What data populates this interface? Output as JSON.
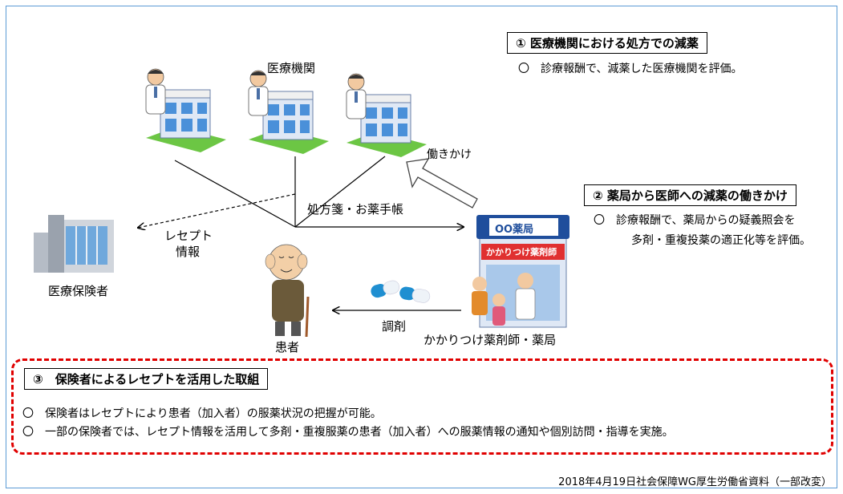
{
  "labels": {
    "medical_institutions": "医療機関",
    "insurer": "医療保険者",
    "patient": "患者",
    "pharmacy": "かかりつけ薬剤師・薬局",
    "pharmacy_sign": "OO薬局",
    "pharmacy_banner": "かかりつけ薬剤師",
    "receipt_info_line1": "レセプト",
    "receipt_info_line2": "情報",
    "prescription": "処方箋・お薬手帳",
    "dispensing": "調剤",
    "work_on": "働きかけ"
  },
  "section1": {
    "title": "① 医療機関における処方での減薬",
    "bullet": "〇　診療報酬で、減薬した医療機関を評価。"
  },
  "section2": {
    "title": "② 薬局から医師への減薬の働きかけ",
    "bullet_line1": "〇　診療報酬で、薬局からの疑義照会を",
    "bullet_line2": "多剤・重複投薬の適正化等を評価。"
  },
  "section3": {
    "title": "③　保険者によるレセプトを活用した取組",
    "bullet1": "〇　保険者はレセプトにより患者（加入者）の服薬状況の把握が可能。",
    "bullet2": "〇　一部の保険者では、レセプト情報を活用して多剤・重複服薬の患者（加入者）への服薬情報の通知や個別訪問・指導を実施。"
  },
  "source": "2018年4月19日社会保障WG厚生労働省資料（一部改変）",
  "colors": {
    "dashed_border": "#e00000",
    "frame": "#5b9bd5",
    "pharmacy_sign_bg": "#1f4e9c",
    "banner_red": "#e03030"
  }
}
